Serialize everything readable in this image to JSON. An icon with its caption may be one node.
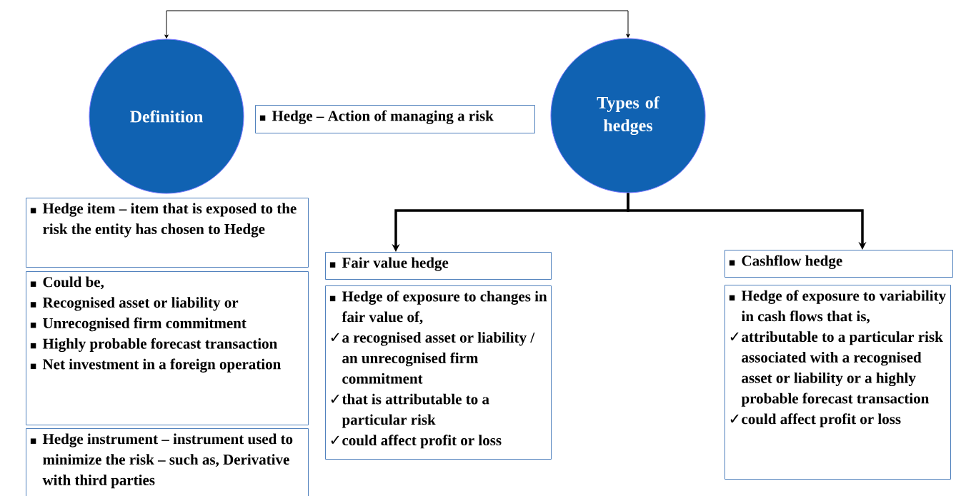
{
  "diagram": {
    "nodes": [
      {
        "text": [
          "Definition"
        ]
      },
      {
        "text": [
          "Types of hedges"
        ]
      },
      {
        "text": [
          "▪ Hedge – Action of managing a risk"
        ]
      },
      {
        "text": [
          "▪ Hedge item – item that is exposed to the risk the entity has chosen to Hedge"
        ]
      },
      {
        "text": [
          "▪ Could be,",
          "▪ Recognised asset or liability or",
          "▪ Unrecognised firm commitment",
          "▪ Highly probable forecast transaction",
          "▪ Net investment in a foreign operation"
        ]
      },
      {
        "text": [
          "▪ Hedge instrument – instrument used to minimize the risk – such as, Derivative with third parties"
        ]
      },
      {
        "text": [
          "▪ Fair value hedge"
        ]
      },
      {
        "text": [
          "▪ Hedge of exposure to changes in fair value of,",
          "✓a recognised asset or liability / an unrecognised firm commitment",
          "✓that is attributable to a particular risk",
          "✓could affect profit or loss"
        ]
      },
      {
        "text": [
          "▪ Cashflow hedge"
        ]
      },
      {
        "text": [
          "▪ Hedge of exposure to variability in cash flows that is,",
          "✓attributable to a particular risk associated with a recognised asset or liability or a highly probable forecast transaction",
          "✓could affect profit or loss"
        ]
      }
    ],
    "edges": [
      {
        "from": null,
        "to": 0,
        "arrow": "to"
      },
      {
        "from": null,
        "to": 1,
        "arrow": "to"
      },
      {
        "from": 1,
        "to": 6,
        "arrow": "to",
        "style": "thick"
      },
      {
        "from": 1,
        "to": 8,
        "arrow": "to",
        "style": "thick"
      }
    ]
  }
}
